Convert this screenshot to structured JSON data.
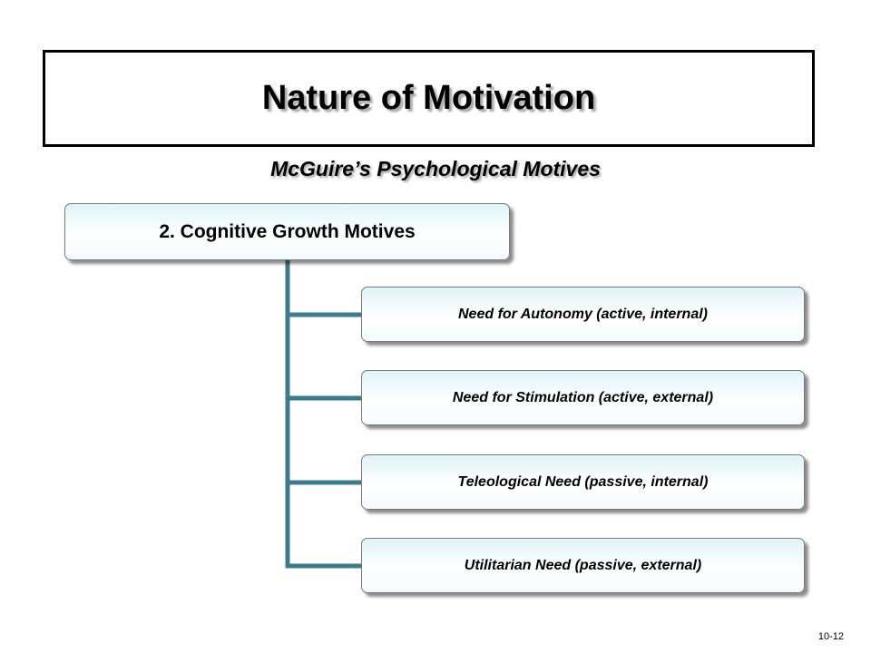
{
  "slide": {
    "title": "Nature of Motivation",
    "subtitle": "McGuire’s Psychological Motives",
    "page_number": "10-12"
  },
  "diagram": {
    "root": "2. Cognitive Growth Motives",
    "children": [
      "Need for Autonomy (active, internal)",
      "Need for Stimulation (active, external)",
      "Teleological Need (passive, internal)",
      "Utilitarian Need (passive, external)"
    ],
    "connector_color": "#3a7b8c"
  }
}
